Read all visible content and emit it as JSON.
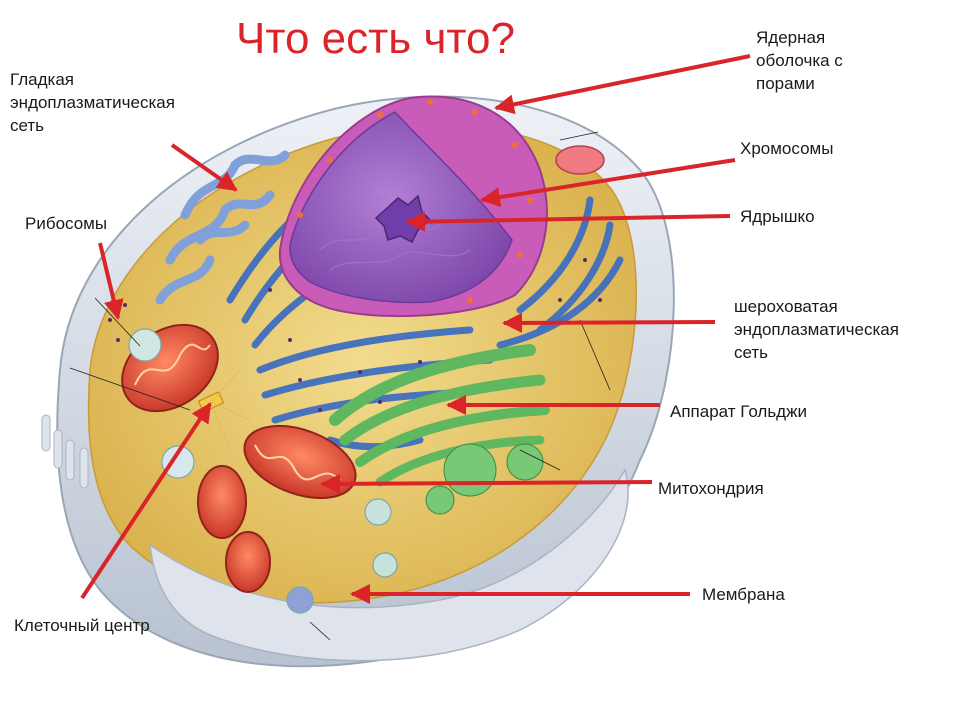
{
  "title": "Что есть что?",
  "labels": {
    "smooth_er": [
      "Гладкая",
      "эндоплазматическая",
      "сеть"
    ],
    "ribosomes": "Рибосомы",
    "centrosome": "Клеточный центр",
    "nuclear_envelope": [
      "Ядерная",
      "оболочка с",
      "порами"
    ],
    "chromosomes": "Хромосомы",
    "nucleolus": "Ядрышко",
    "rough_er": [
      "шероховатая",
      "эндоплазматическая",
      "сеть"
    ],
    "golgi": "Аппарат Гольджи",
    "mitochondrion": "Митохондрия",
    "membrane": "Мембрана"
  },
  "colors": {
    "title": "#d9242a",
    "arrow": "#d9242a",
    "cytoplasm": "#e8c868",
    "membrane": "#d8dde6",
    "nucleus": "#9c63c4",
    "nuclear_envelope": "#c85cb8",
    "rough_er": "#3f6fc0",
    "smooth_er": "#7fa0d8",
    "golgi": "#5fb85f",
    "mitochondria": "#e2553e",
    "vesicle": "#b9d8d6"
  }
}
